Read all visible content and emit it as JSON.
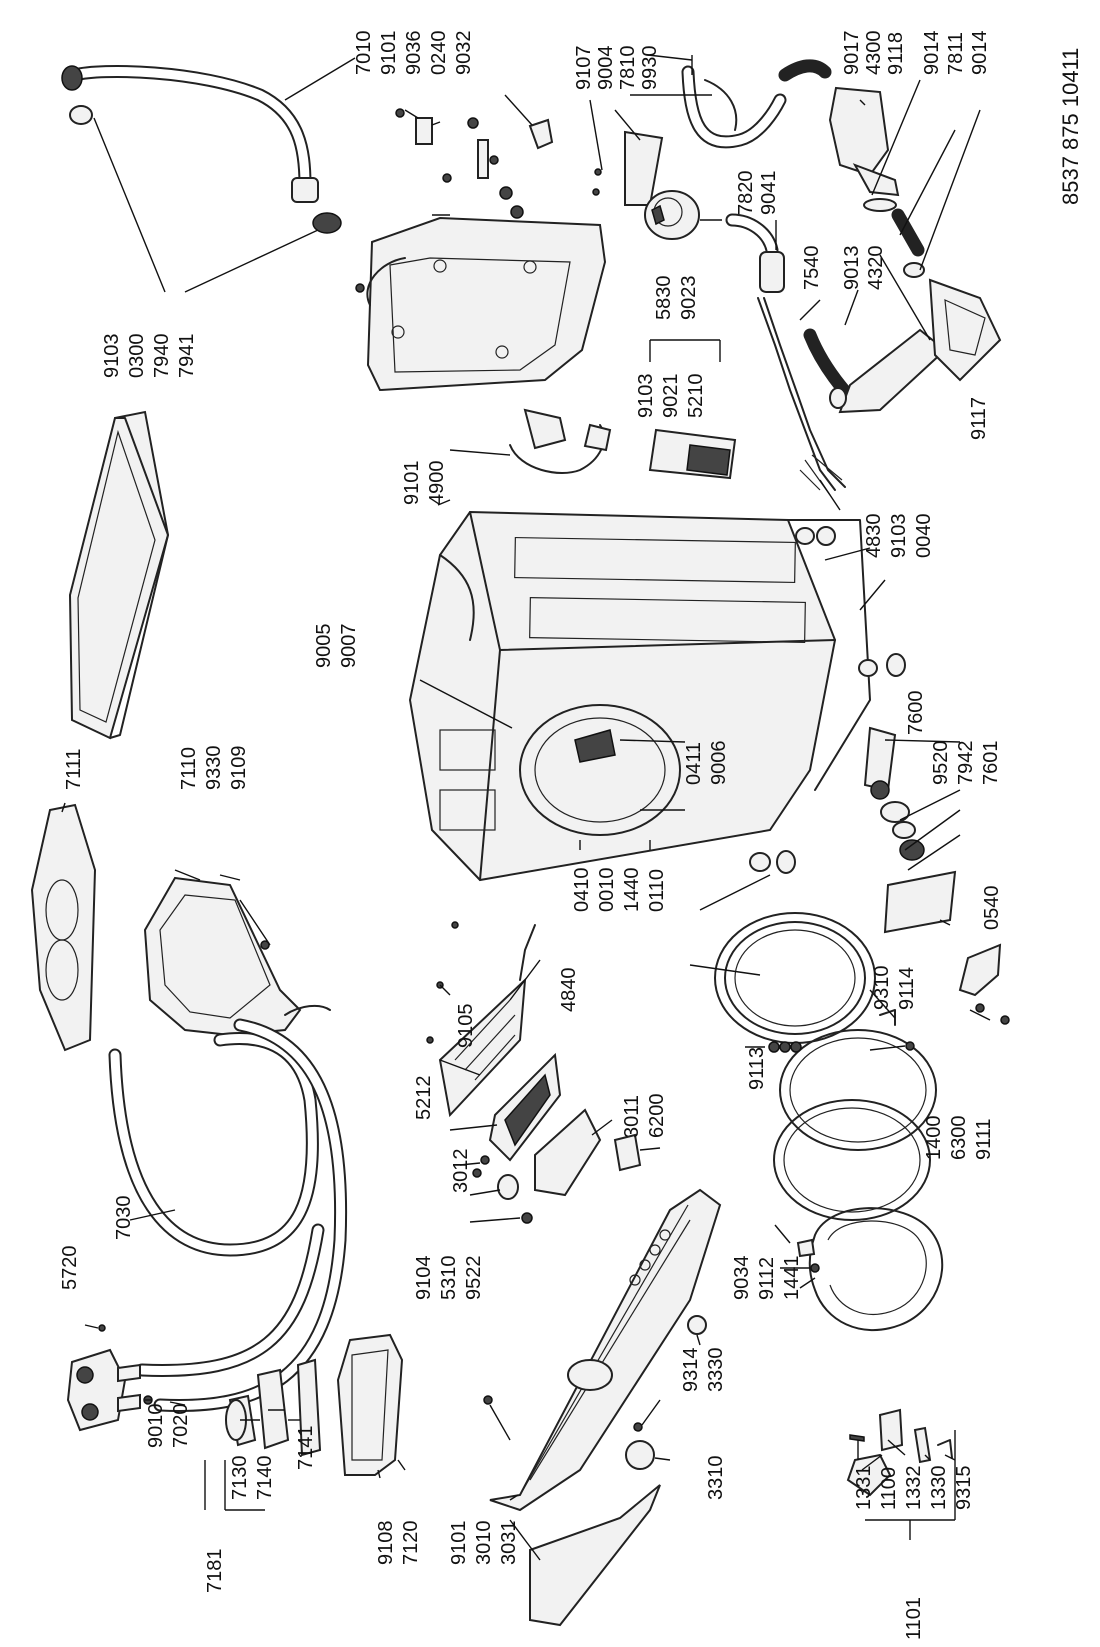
{
  "catalog_number": "8537 875 10411",
  "part_numbers": {
    "p7010": "7010",
    "p9101a": "9101",
    "p9036": "9036",
    "p0240": "0240",
    "p9032": "9032",
    "p9107": "9107",
    "p9004": "9004",
    "p7810": "7810",
    "p9930": "9930",
    "p9017": "9017",
    "p4300": "4300",
    "p9118": "9118",
    "p9014a": "9014",
    "p7811": "7811",
    "p9014b": "9014",
    "p9103a": "9103",
    "p0300": "0300",
    "p7940": "7940",
    "p7941": "7941",
    "p7820": "7820",
    "p9041": "9041",
    "p7540": "7540",
    "p9013": "9013",
    "p4320": "4320",
    "p5830": "5830",
    "p9023": "9023",
    "p9103b": "9103",
    "p9021": "9021",
    "p5210": "5210",
    "p9117": "9117",
    "p9101b": "9101",
    "p4900": "4900",
    "p4830": "4830",
    "p9103c": "9103",
    "p0040": "0040",
    "p9005": "9005",
    "p9007": "9007",
    "p7600": "7600",
    "p9520": "9520",
    "p7942": "7942",
    "p7601": "7601",
    "p0411": "0411",
    "p9006": "9006",
    "p7111": "7111",
    "p7110": "7110",
    "p9330": "9330",
    "p9109": "9109",
    "p0410": "0410",
    "p0010": "0010",
    "p1440": "1440",
    "p0110": "0110",
    "p0540": "0540",
    "p4840": "4840",
    "p9310": "9310",
    "p9114": "9114",
    "p9105": "9105",
    "p9113": "9113",
    "p5212": "5212",
    "p3011": "3011",
    "p6200": "6200",
    "p1400": "1400",
    "p6300": "6300",
    "p9111": "9111",
    "p3012": "3012",
    "p5720": "5720",
    "p7030": "7030",
    "p9104": "9104",
    "p5310": "5310",
    "p9522": "9522",
    "p9034": "9034",
    "p9112": "9112",
    "p1441": "1441",
    "p3330": "3330",
    "p9314": "9314",
    "p3310": "3310",
    "p9010": "9010",
    "p7020": "7020",
    "p7130": "7130",
    "p7140": "7140",
    "p7141": "7141",
    "p7181": "7181",
    "p9108": "9108",
    "p7120": "7120",
    "p9101c": "9101",
    "p3010": "3010",
    "p3031": "3031",
    "p1331": "1331",
    "p1100": "1100",
    "p1332": "1332",
    "p1330": "1330",
    "p9315": "9315",
    "p1101": "1101"
  }
}
